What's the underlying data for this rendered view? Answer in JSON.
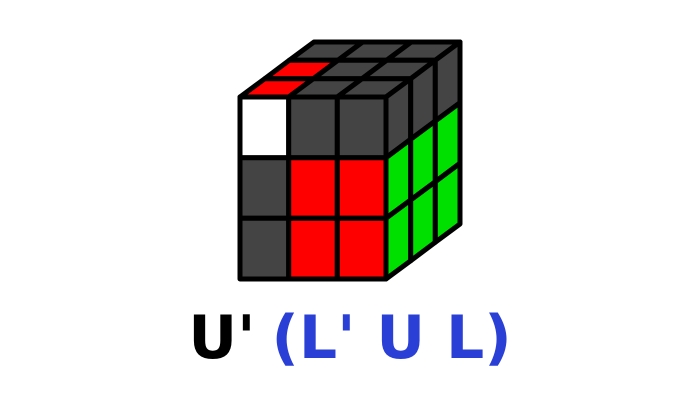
{
  "cube": {
    "colors": {
      "red": "#ff0000",
      "white": "#ffffff",
      "green": "#00e000",
      "gray": "#444444",
      "outline": "#000000"
    },
    "faces": {
      "top": [
        [
          "gray",
          "gray",
          "gray"
        ],
        [
          "red",
          "gray",
          "gray"
        ],
        [
          "red",
          "gray",
          "gray"
        ]
      ],
      "front": [
        [
          "white",
          "gray",
          "gray"
        ],
        [
          "gray",
          "red",
          "red"
        ],
        [
          "gray",
          "red",
          "red"
        ]
      ],
      "right": [
        [
          "gray",
          "gray",
          "gray"
        ],
        [
          "green",
          "green",
          "green"
        ],
        [
          "green",
          "green",
          "green"
        ]
      ]
    }
  },
  "formula": {
    "setup_move": "U'",
    "algorithm": "(L' U L)",
    "setup_color": "#000000",
    "algorithm_color": "#2a3fd6"
  }
}
